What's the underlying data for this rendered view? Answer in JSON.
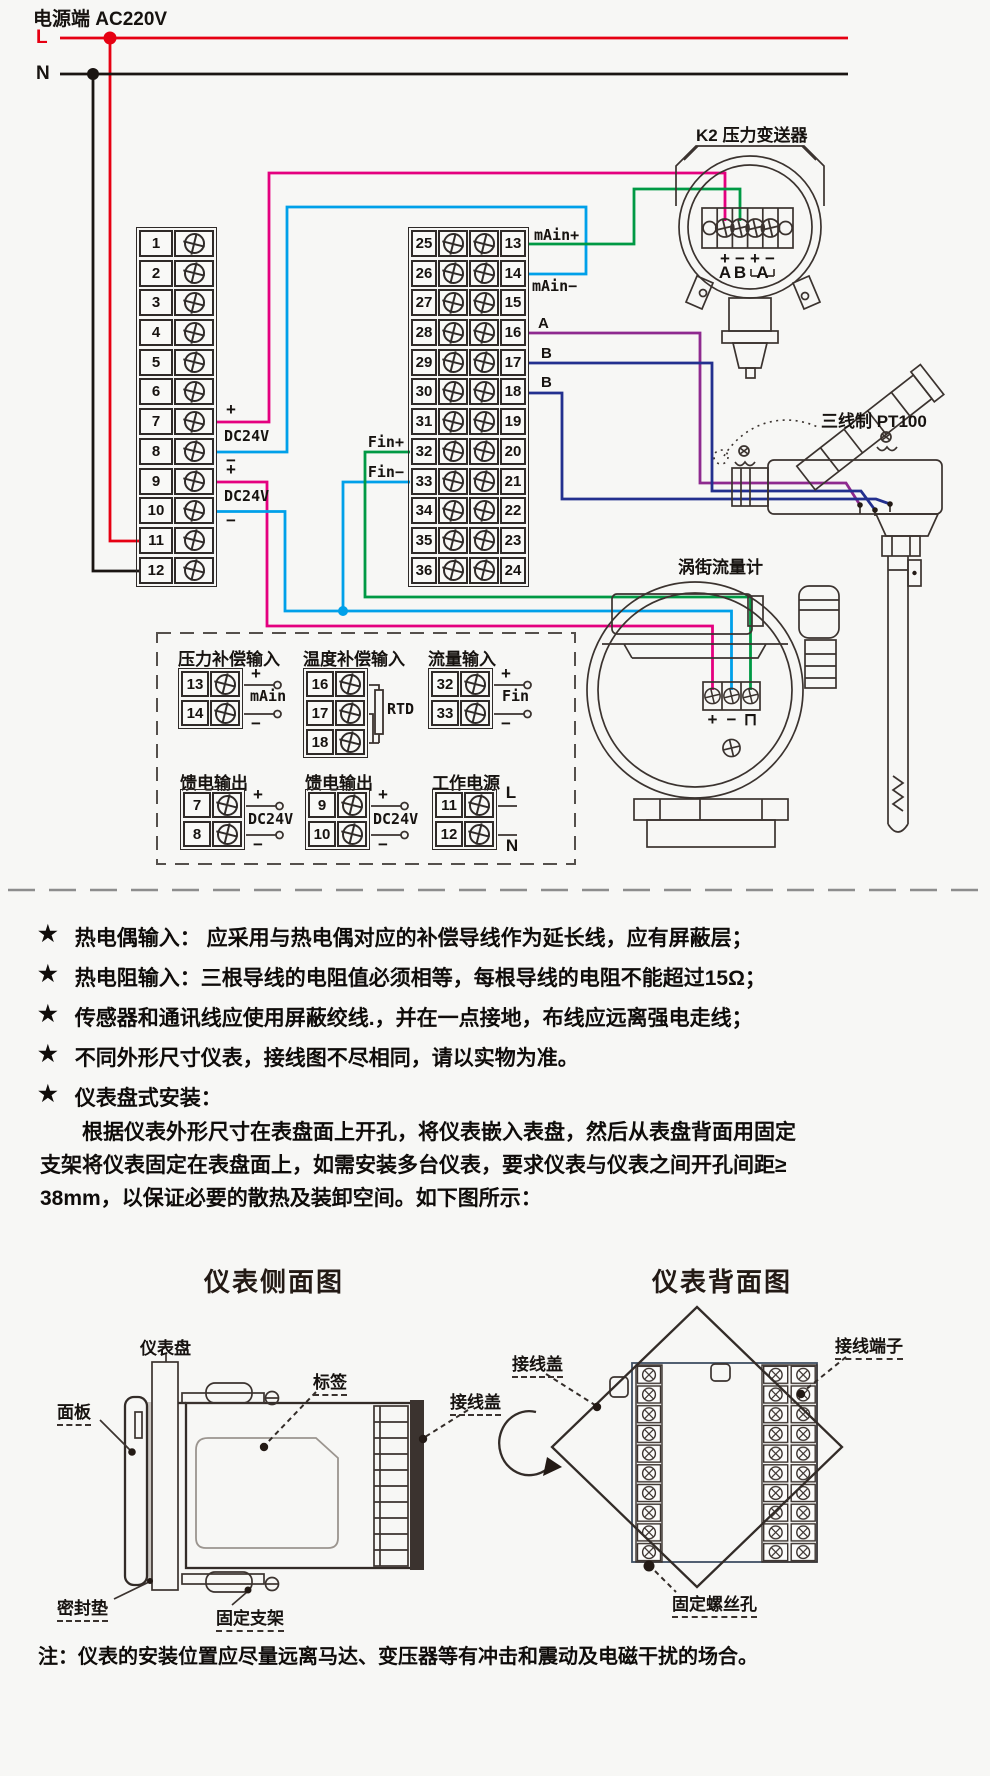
{
  "power": {
    "title": "电源端 AC220V",
    "l": "L",
    "n": "N"
  },
  "terminals": {
    "left": [
      "1",
      "2",
      "3",
      "4",
      "5",
      "6",
      "7",
      "8",
      "9",
      "10",
      "11",
      "12"
    ],
    "mid_left": [
      "25",
      "26",
      "27",
      "28",
      "29",
      "30",
      "31",
      "32",
      "33",
      "34",
      "35",
      "36"
    ],
    "mid_right": [
      "13",
      "14",
      "15",
      "16",
      "17",
      "18",
      "19",
      "20",
      "21",
      "22",
      "23",
      "24"
    ]
  },
  "block_labels": {
    "plus1": "+",
    "dc24v1": "DC24V",
    "minus1": "−",
    "plus2": "+",
    "dc24v2": "DC24V",
    "minus2": "−",
    "main_plus": "mAin+",
    "main_minus": "mAin−",
    "rs_a": "A",
    "rs_b1": "B",
    "rs_b2": "B",
    "fin_plus": "Fin+",
    "fin_minus": "Fin−"
  },
  "transmitter": {
    "title": "K2 压力变送器",
    "signs": [
      "+",
      "−",
      "+",
      "−"
    ],
    "ab": [
      "A",
      "B"
    ],
    "bracket": "A"
  },
  "pt100": {
    "title": "三线制 PT100"
  },
  "flowmeter": {
    "title": "涡街流量计",
    "signs": [
      "+",
      "−",
      "⊓"
    ]
  },
  "comp_box": {
    "g1": {
      "title": "压力补偿输入",
      "n1": "13",
      "n2": "14",
      "s1": "+",
      "s2": "−",
      "label": "mAin"
    },
    "g2": {
      "title": "温度补偿输入",
      "n1": "16",
      "n2": "17",
      "n3": "18",
      "label": "RTD"
    },
    "g3": {
      "title": "流量输入",
      "n1": "32",
      "n2": "33",
      "s1": "+",
      "s2": "−",
      "label": "Fin"
    },
    "g4": {
      "title": "馈电输出",
      "n1": "7",
      "n2": "8",
      "s1": "+",
      "s2": "−",
      "label": "DC24V"
    },
    "g5": {
      "title": "馈电输出",
      "n1": "9",
      "n2": "10",
      "s1": "+",
      "s2": "−",
      "label": "DC24V"
    },
    "g6": {
      "title": "工作电源",
      "n1": "11",
      "n2": "12",
      "s1": "L",
      "s2": "N"
    }
  },
  "notes": {
    "star": "★",
    "items": [
      "热电偶输入： 应采用与热电偶对应的补偿导线作为延长线，应有屏蔽层；",
      "热电阻输入：三根导线的电阻值必须相等，每根导线的电阻不能超过15Ω；",
      "传感器和通讯线应使用屏蔽绞线.，并在一点接地，布线应远离强电走线；",
      "不同外形尺寸仪表，接线图不尽相同，请以实物为准。",
      "仪表盘式安装："
    ]
  },
  "install": {
    "line1": "根据仪表外形尺寸在表盘面上开孔，将仪表嵌入表盘，然后从表盘背面用固定",
    "line2": "支架将仪表固定在表盘面上，如需安装多台仪表，要求仪表与仪表之间开孔间距≥",
    "line3": "38mm，以保证必要的散热及装卸空间。如下图所示："
  },
  "side_view": {
    "title": "仪表侧面图",
    "panel": "仪表盘",
    "front": "面板",
    "tag": "标签",
    "cover": "接线盖",
    "gasket": "密封垫",
    "bracket": "固定支架"
  },
  "back_view": {
    "title": "仪表背面图",
    "cover": "接线盖",
    "terminal": "接线端子",
    "screw_hole": "固定螺丝孔"
  },
  "footer": "注：仪表的安装位置应尽量远离马达、变压器等有冲击和震动及电磁干扰的场合。",
  "colors": {
    "live": "#e60012",
    "neutral": "#1a1512",
    "pink": "#e4007f",
    "cyan": "#00a0e9",
    "green": "#009944",
    "purple": "#8e2a8f",
    "blue": "#23308f"
  }
}
